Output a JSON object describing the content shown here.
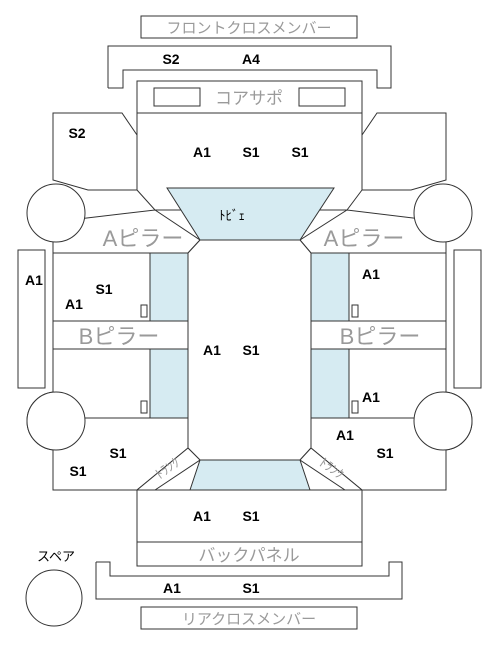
{
  "labels": {
    "front_cross_member": "フロントクロスメンバー",
    "core_support": "コアサポ",
    "a_pillar": "Aピラー",
    "b_pillar": "Bピラー",
    "back_panel": "バックパネル",
    "rear_cross_member": "リアクロスメンバー",
    "spare": "スペア",
    "tunnel": "ﾄﾋﾞｪ",
    "trunk": "ﾄﾗﾝｸ"
  },
  "grades": {
    "front_member_left": "S2",
    "front_member_right": "A4",
    "front_left_fender": "S2",
    "front_center_1": "A1",
    "front_center_2": "S1",
    "front_center_3": "S1",
    "left_outer_panel": "A1",
    "left_front_door_s": "S1",
    "left_front_door_a": "A1",
    "right_front_door": "A1",
    "floor_a": "A1",
    "floor_s": "S1",
    "right_rear_door": "A1",
    "right_rear_quarter_a": "A1",
    "right_rear_quarter_s": "S1",
    "left_rear_s1": "S1",
    "left_rear_s2": "S1",
    "rear_floor_a": "A1",
    "rear_floor_s": "S1",
    "rear_member_a": "A1",
    "rear_member_s": "S1"
  },
  "colors": {
    "line": "#333333",
    "gray_text": "#9a9a9a",
    "light_blue": "#d6ebf2"
  }
}
